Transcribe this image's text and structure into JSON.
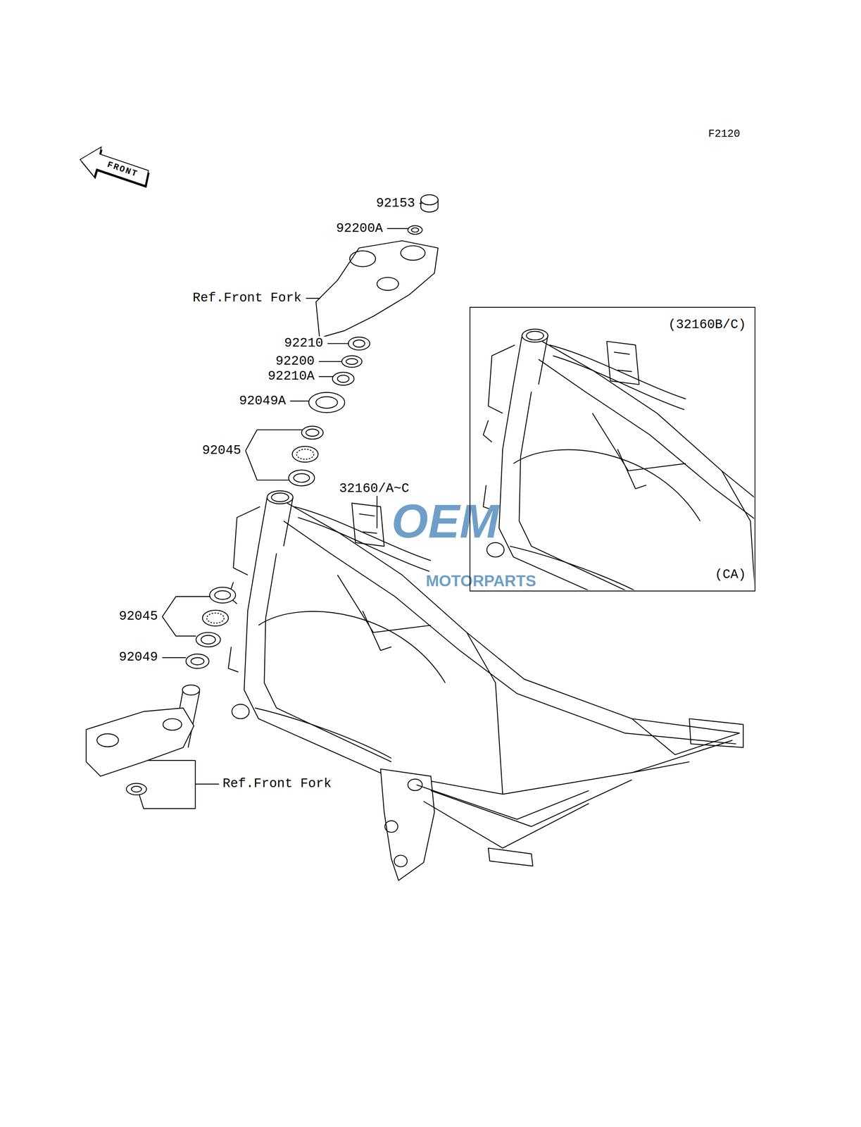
{
  "diagram": {
    "nodes": [
      {
        "text": [
          "FRONT"
        ]
      },
      {
        "text": [
          "(32160B/C)",
          "(CA)"
        ]
      }
    ],
    "labels": [
      "F2120",
      "92153",
      "92200A",
      "Ref.Front Fork",
      "92210",
      "92200",
      "92210A",
      "92049A",
      "92045",
      "32160/A~C",
      "92045",
      "92049",
      "Ref.Front Fork",
      "OEM",
      "MOTORPARTS"
    ]
  }
}
